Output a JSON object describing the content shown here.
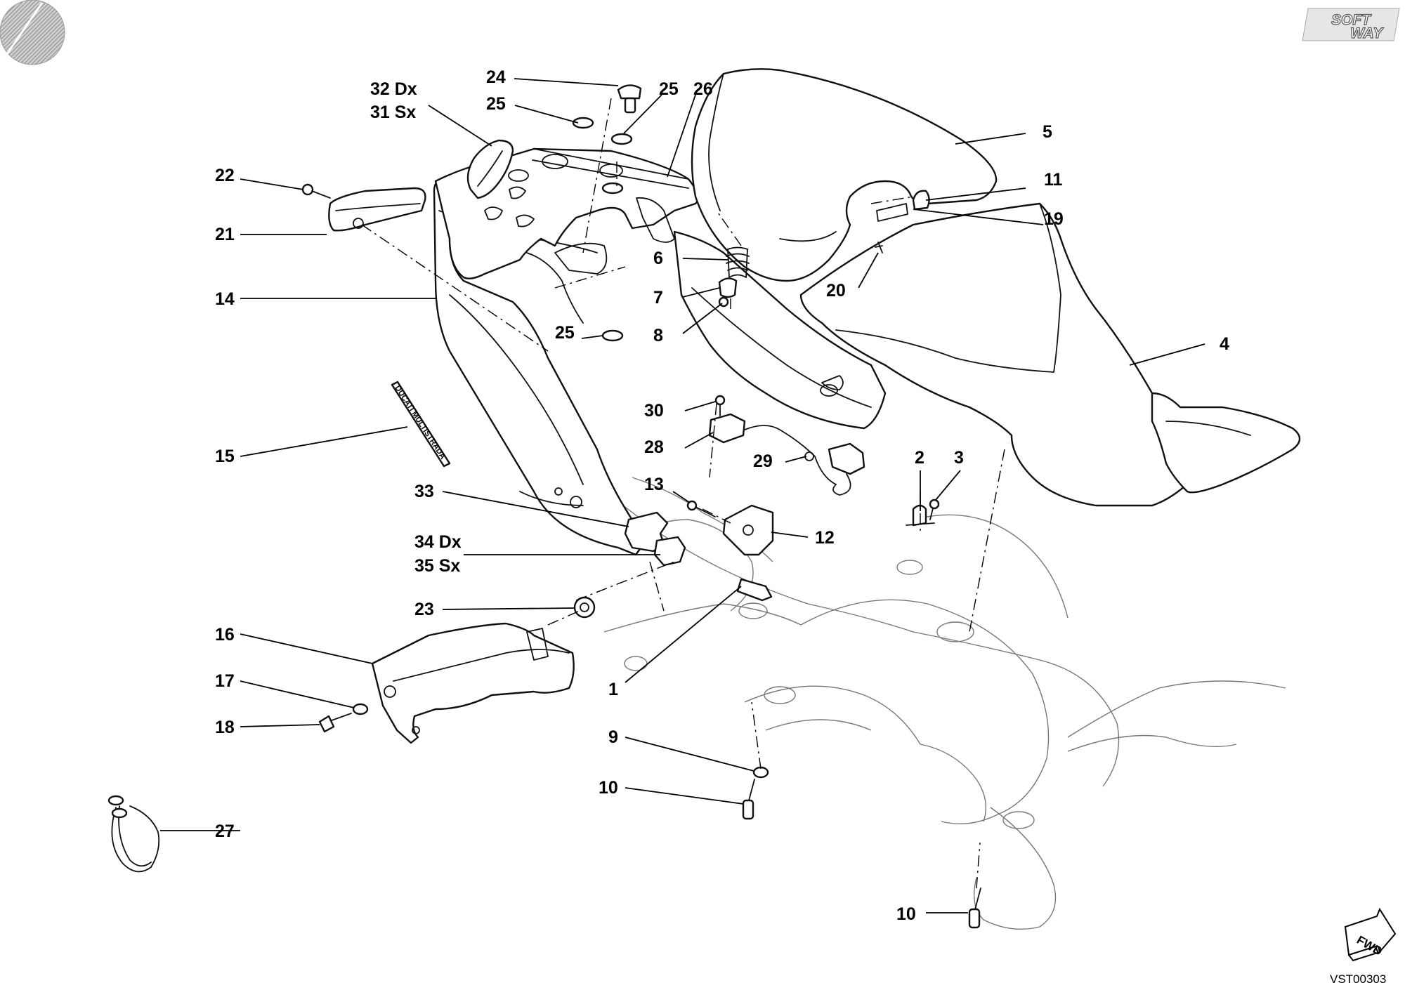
{
  "diagram": {
    "drawing_code": "VST00303",
    "publisher_logo": [
      "SOFT",
      "WAY"
    ],
    "direction_marker": "FWD",
    "decal_text": "DUCATI MULTISTRADA",
    "callouts": [
      {
        "id": "c24",
        "label": "24"
      },
      {
        "id": "c25a",
        "label": "25"
      },
      {
        "id": "c25b",
        "label": "25"
      },
      {
        "id": "c25c",
        "label": "25"
      },
      {
        "id": "c26",
        "label": "26"
      },
      {
        "id": "c32",
        "label": "32 Dx"
      },
      {
        "id": "c31",
        "label": "31 Sx"
      },
      {
        "id": "c5",
        "label": "5"
      },
      {
        "id": "c22",
        "label": "22"
      },
      {
        "id": "c21",
        "label": "21"
      },
      {
        "id": "c11",
        "label": "11"
      },
      {
        "id": "c19",
        "label": "19"
      },
      {
        "id": "c6",
        "label": "6"
      },
      {
        "id": "c7",
        "label": "7"
      },
      {
        "id": "c20",
        "label": "20"
      },
      {
        "id": "c14",
        "label": "14"
      },
      {
        "id": "c8",
        "label": "8"
      },
      {
        "id": "c4",
        "label": "4"
      },
      {
        "id": "c30",
        "label": "30"
      },
      {
        "id": "c28",
        "label": "28"
      },
      {
        "id": "c15",
        "label": "15"
      },
      {
        "id": "c29",
        "label": "29"
      },
      {
        "id": "c2",
        "label": "2"
      },
      {
        "id": "c3",
        "label": "3"
      },
      {
        "id": "c13",
        "label": "13"
      },
      {
        "id": "c33",
        "label": "33"
      },
      {
        "id": "c12",
        "label": "12"
      },
      {
        "id": "c34",
        "label": "34 Dx"
      },
      {
        "id": "c35",
        "label": "35 Sx"
      },
      {
        "id": "c23",
        "label": "23"
      },
      {
        "id": "c16",
        "label": "16"
      },
      {
        "id": "c17",
        "label": "17"
      },
      {
        "id": "c1",
        "label": "1"
      },
      {
        "id": "c18",
        "label": "18"
      },
      {
        "id": "c9",
        "label": "9"
      },
      {
        "id": "c10a",
        "label": "10"
      },
      {
        "id": "c27",
        "label": "27"
      },
      {
        "id": "c10b",
        "label": "10"
      }
    ]
  }
}
